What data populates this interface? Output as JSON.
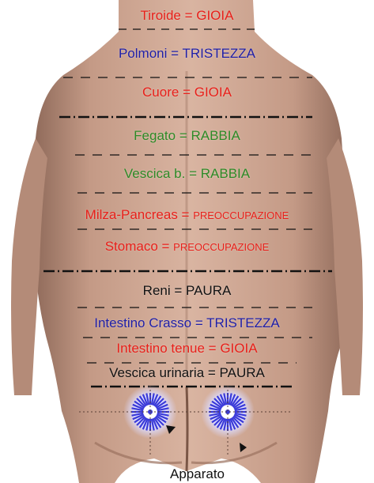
{
  "colors": {
    "background": "#ffffff",
    "skin_light": "#d6b09c",
    "skin_mid": "#c49a86",
    "skin_dark": "#8f6a5a",
    "red": "#e8201a",
    "blue": "#1f1fa8",
    "green": "#2e8a26",
    "black": "#111111",
    "target_blue": "#3a3ad8"
  },
  "labels": [
    {
      "id": "tiroide",
      "organ": "Tiroide",
      "emotion": "GIOIA",
      "color": "red"
    },
    {
      "id": "polmoni",
      "organ": "Polmoni",
      "emotion": "TRISTEZZA",
      "color": "blue"
    },
    {
      "id": "cuore",
      "organ": "Cuore",
      "emotion": "GIOIA",
      "color": "red"
    },
    {
      "id": "fegato",
      "organ": "Fegato",
      "emotion": "RABBIA",
      "color": "green"
    },
    {
      "id": "vescica-b",
      "organ": "Vescica b.",
      "emotion": "RABBIA",
      "color": "green"
    },
    {
      "id": "milza-pancreas",
      "organ": "Milza-Pancreas",
      "emotion": "PREOCCUPAZIONE",
      "color": "red",
      "small_emotion": true
    },
    {
      "id": "stomaco",
      "organ": "Stomaco",
      "emotion": "PREOCCUPAZIONE",
      "color": "red",
      "small_emotion": true
    },
    {
      "id": "reni",
      "organ": "Reni",
      "emotion": "PAURA",
      "color": "black"
    },
    {
      "id": "intestino-crasso",
      "organ": "Intestino Crasso",
      "emotion": "TRISTEZZA",
      "color": "blue"
    },
    {
      "id": "intestino-tenue",
      "organ": "Intestino tenue",
      "emotion": "GIOIA",
      "color": "red"
    },
    {
      "id": "vescica-urinaria",
      "organ": "Vescica urinaria",
      "emotion": "PAURA",
      "color": "black"
    }
  ],
  "separator": "=",
  "footer_label": "Apparato"
}
